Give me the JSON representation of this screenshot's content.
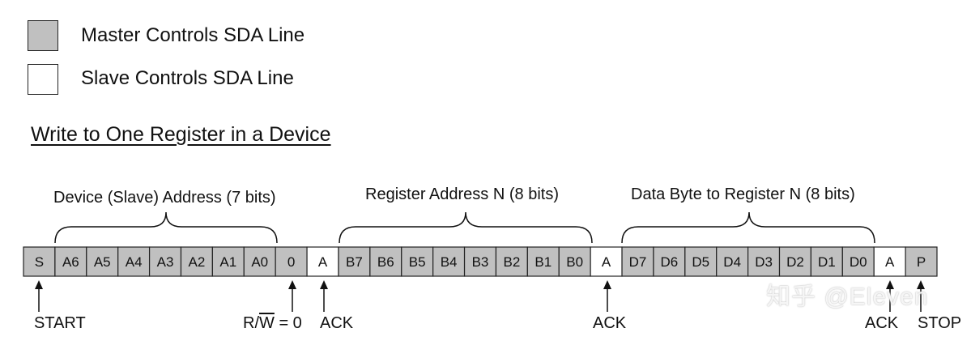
{
  "legend": {
    "master": {
      "label": "Master Controls SDA Line",
      "color": "#c0c0c0"
    },
    "slave": {
      "label": "Slave Controls SDA Line",
      "color": "#ffffff"
    }
  },
  "title": "Write to One Register in a Device",
  "groups": [
    {
      "label": "Device (Slave) Address (7 bits)"
    },
    {
      "label": "Register Address N (8 bits)"
    },
    {
      "label": "Data Byte to Register N (8 bits)"
    }
  ],
  "frame": [
    {
      "label": "S",
      "owner": "master"
    },
    {
      "label": "A6",
      "owner": "master"
    },
    {
      "label": "A5",
      "owner": "master"
    },
    {
      "label": "A4",
      "owner": "master"
    },
    {
      "label": "A3",
      "owner": "master"
    },
    {
      "label": "A2",
      "owner": "master"
    },
    {
      "label": "A1",
      "owner": "master"
    },
    {
      "label": "A0",
      "owner": "master"
    },
    {
      "label": "0",
      "owner": "master"
    },
    {
      "label": "A",
      "owner": "slave"
    },
    {
      "label": "B7",
      "owner": "master"
    },
    {
      "label": "B6",
      "owner": "master"
    },
    {
      "label": "B5",
      "owner": "master"
    },
    {
      "label": "B4",
      "owner": "master"
    },
    {
      "label": "B3",
      "owner": "master"
    },
    {
      "label": "B2",
      "owner": "master"
    },
    {
      "label": "B1",
      "owner": "master"
    },
    {
      "label": "B0",
      "owner": "master"
    },
    {
      "label": "A",
      "owner": "slave"
    },
    {
      "label": "D7",
      "owner": "master"
    },
    {
      "label": "D6",
      "owner": "master"
    },
    {
      "label": "D5",
      "owner": "master"
    },
    {
      "label": "D4",
      "owner": "master"
    },
    {
      "label": "D3",
      "owner": "master"
    },
    {
      "label": "D2",
      "owner": "master"
    },
    {
      "label": "D1",
      "owner": "master"
    },
    {
      "label": "D0",
      "owner": "master"
    },
    {
      "label": "A",
      "owner": "slave"
    },
    {
      "label": "P",
      "owner": "master"
    }
  ],
  "markers": {
    "start": "START",
    "rw_prefix": "R/",
    "rw_bar": "W",
    "rw_suffix": " = 0",
    "ack1": "ACK",
    "ack2": "ACK",
    "ack3": "ACK",
    "stop": "STOP"
  },
  "watermark": "知乎 @Eleven"
}
